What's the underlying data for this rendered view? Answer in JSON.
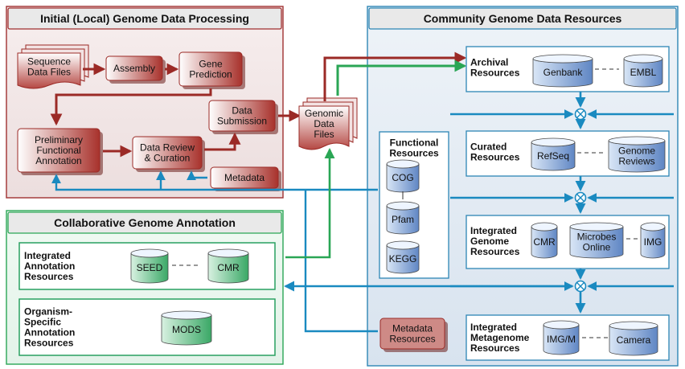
{
  "panels": {
    "initial": "Initial (Local) Genome Data Processing",
    "community": "Community Genome Data Resources",
    "collab": "Collaborative Genome Annotation"
  },
  "steps": {
    "seq_files": [
      "Sequence",
      "Data Files"
    ],
    "assembly": "Assembly",
    "gene_pred": [
      "Gene",
      "Prediction"
    ],
    "submission": [
      "Data",
      "Submission"
    ],
    "prelim": [
      "Preliminary",
      "Functional",
      "Annotation"
    ],
    "review": [
      "Data Review",
      "& Curation"
    ],
    "metadata": "Metadata",
    "genomic_files": [
      "Genomic",
      "Data",
      "Files"
    ],
    "metadata_resources": [
      "Metadata",
      "Resources"
    ]
  },
  "community": {
    "archival": {
      "title": [
        "Archival",
        "Resources"
      ],
      "db1": "Genbank",
      "db2": "EMBL"
    },
    "curated": {
      "title": [
        "Curated",
        "Resources"
      ],
      "db1": "RefSeq",
      "db2": [
        "Genome",
        "Reviews"
      ]
    },
    "integrated": {
      "title": [
        "Integrated",
        "Genome",
        "Resources"
      ],
      "db1": "CMR",
      "db2": [
        "Microbes",
        "Online"
      ],
      "db3": "IMG"
    },
    "metagenome": {
      "title": [
        "Integrated",
        "Metagenome",
        "Resources"
      ],
      "db1": "IMG/M",
      "db2": "Camera"
    },
    "functional": {
      "title": [
        "Functional",
        "Resources"
      ],
      "dbs": [
        "COG",
        "Pfam",
        "KEGG"
      ]
    }
  },
  "collab": {
    "integrated": {
      "title": [
        "Integrated",
        "Annotation",
        "Resources"
      ],
      "db1": "SEED",
      "db2": "CMR"
    },
    "organism": {
      "title": [
        "Organism-",
        "Specific",
        "Annotation",
        "Resources"
      ],
      "db1": "MODS"
    }
  },
  "colors": {
    "red": "#9b2a26",
    "red_panel": "#a03030",
    "blue": "#1a8ac0",
    "blue_panel": "#2d86b5",
    "green": "#2aa655",
    "cyl_blue": "#6f93cc",
    "cyl_green": "#53b47a"
  }
}
